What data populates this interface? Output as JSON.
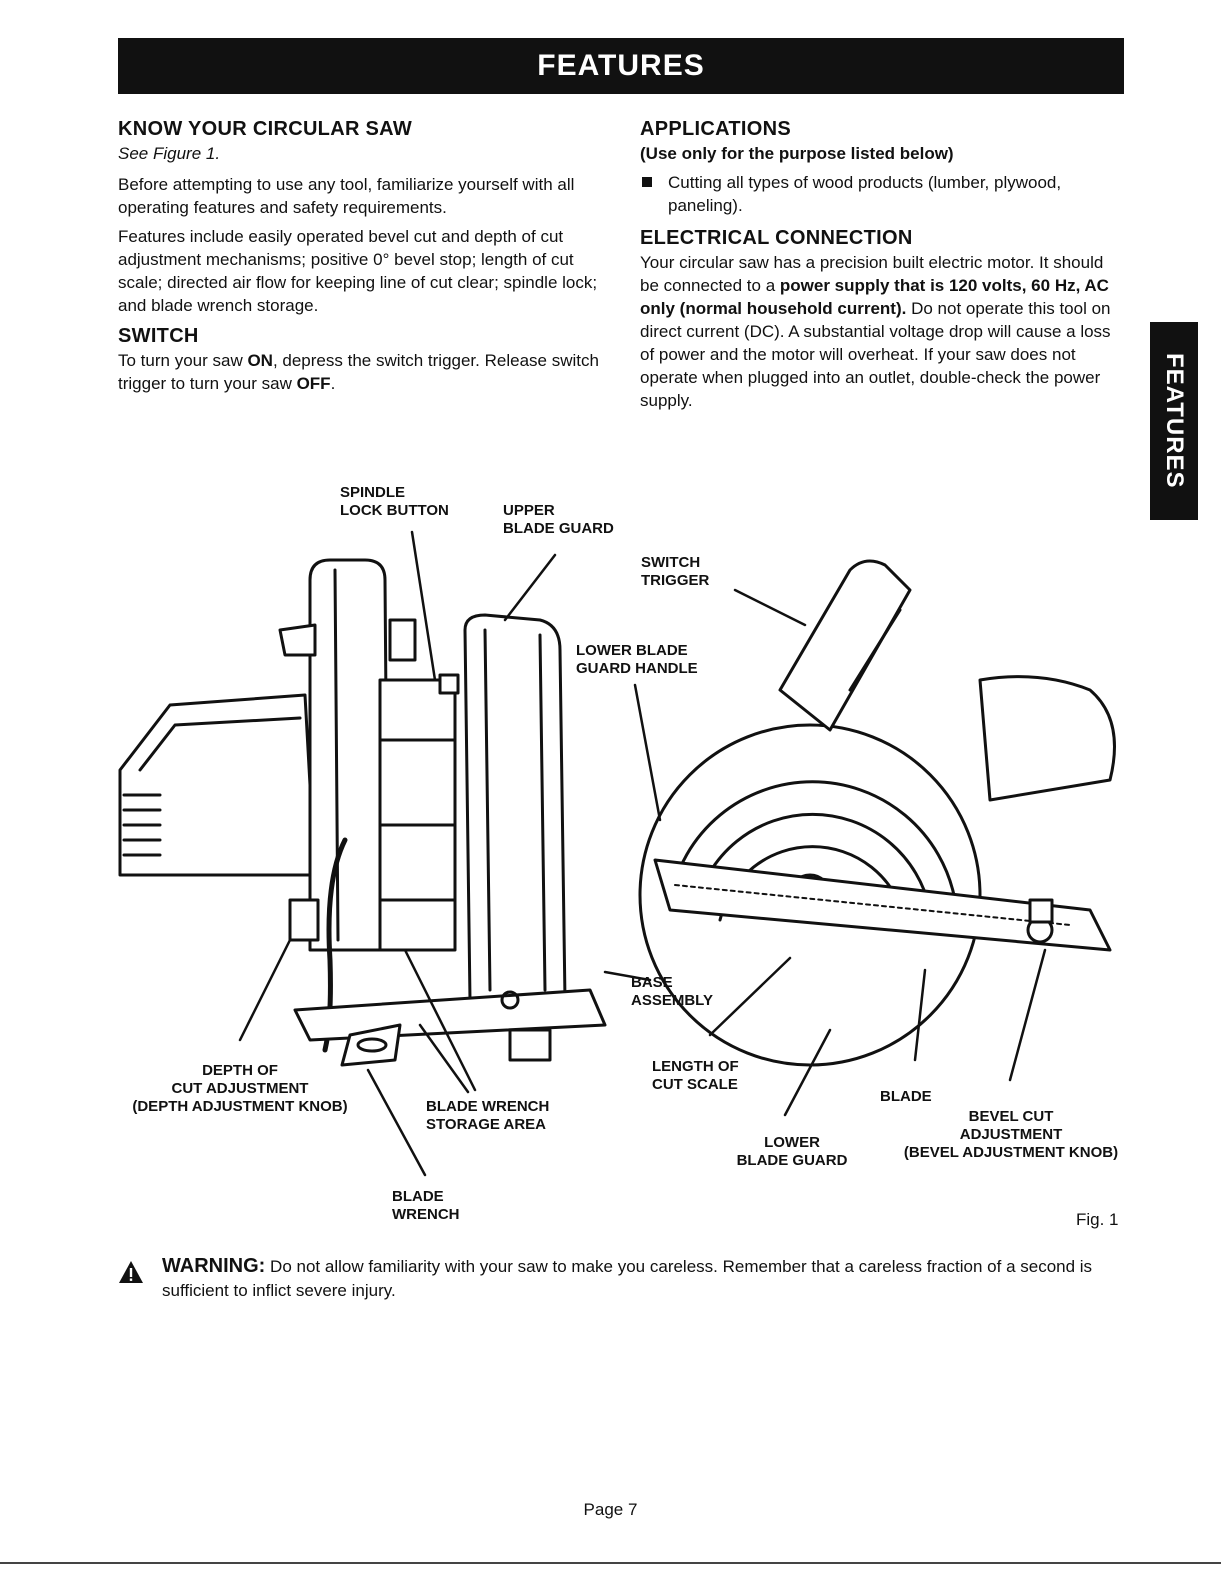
{
  "header": {
    "title": "FEATURES"
  },
  "side_tab": {
    "label": "FEATURES"
  },
  "left": {
    "know_heading": "KNOW YOUR CIRCULAR SAW",
    "know_ref": "See Figure 1.",
    "know_p1": "Before attempting to use any tool, familiarize yourself with all operating features and safety requirements.",
    "know_p2": "Features include easily operated bevel cut and depth of cut adjustment mechanisms; positive 0° bevel stop; length of cut scale; directed air flow for keeping line of cut clear; spindle lock; and blade wrench storage.",
    "switch_heading": "SWITCH",
    "switch_p1_a": "To turn your saw ",
    "switch_p1_on": "ON",
    "switch_p1_b": ", depress the switch trigger. Release switch trigger to turn your saw ",
    "switch_p1_off": "OFF",
    "switch_p1_c": "."
  },
  "right": {
    "applications_heading": "APPLICATIONS",
    "applications_sub": "(Use only for the purpose listed below)",
    "applications_items": [
      "Cutting all types of wood products (lumber, plywood, paneling)."
    ],
    "electrical_heading": "ELECTRICAL CONNECTION",
    "electrical_a": "Your circular saw has a precision built electric motor. It should be connected to a ",
    "electrical_bold": "power supply that is 120 volts, 60 Hz, AC only (normal household current).",
    "electrical_b": " Do not operate this tool on direct current (DC). A substantial voltage drop will cause a loss of power and the motor will overheat. If your saw does not operate when plugged into an outlet, double-check the power supply."
  },
  "figure": {
    "callouts": {
      "spindle_lock": "SPINDLE\nLOCK BUTTON",
      "upper_guard": "UPPER\nBLADE GUARD",
      "switch_trigger": "SWITCH\nTRIGGER",
      "lower_guard_handle": "LOWER BLADE\nGUARD HANDLE",
      "base_assembly": "BASE\nASSEMBLY",
      "depth_of_cut": "DEPTH OF\nCUT ADJUSTMENT\n(DEPTH ADJUSTMENT KNOB)",
      "wrench_storage": "BLADE WRENCH\nSTORAGE AREA",
      "blade_wrench": "BLADE\nWRENCH",
      "length_scale": "LENGTH OF\nCUT SCALE",
      "lower_guard": "LOWER\nBLADE GUARD",
      "blade": "BLADE",
      "bevel_cut": "BEVEL CUT\nADJUSTMENT\n(BEVEL ADJUSTMENT KNOB)"
    },
    "caption": "Fig. 1"
  },
  "warning": {
    "label": "WARNING:",
    "text": " Do not allow familiarity with your saw to make you careless. Remember that a careless fraction of a second is sufficient to inflict severe injury."
  },
  "footer": {
    "page": "Page 7"
  }
}
